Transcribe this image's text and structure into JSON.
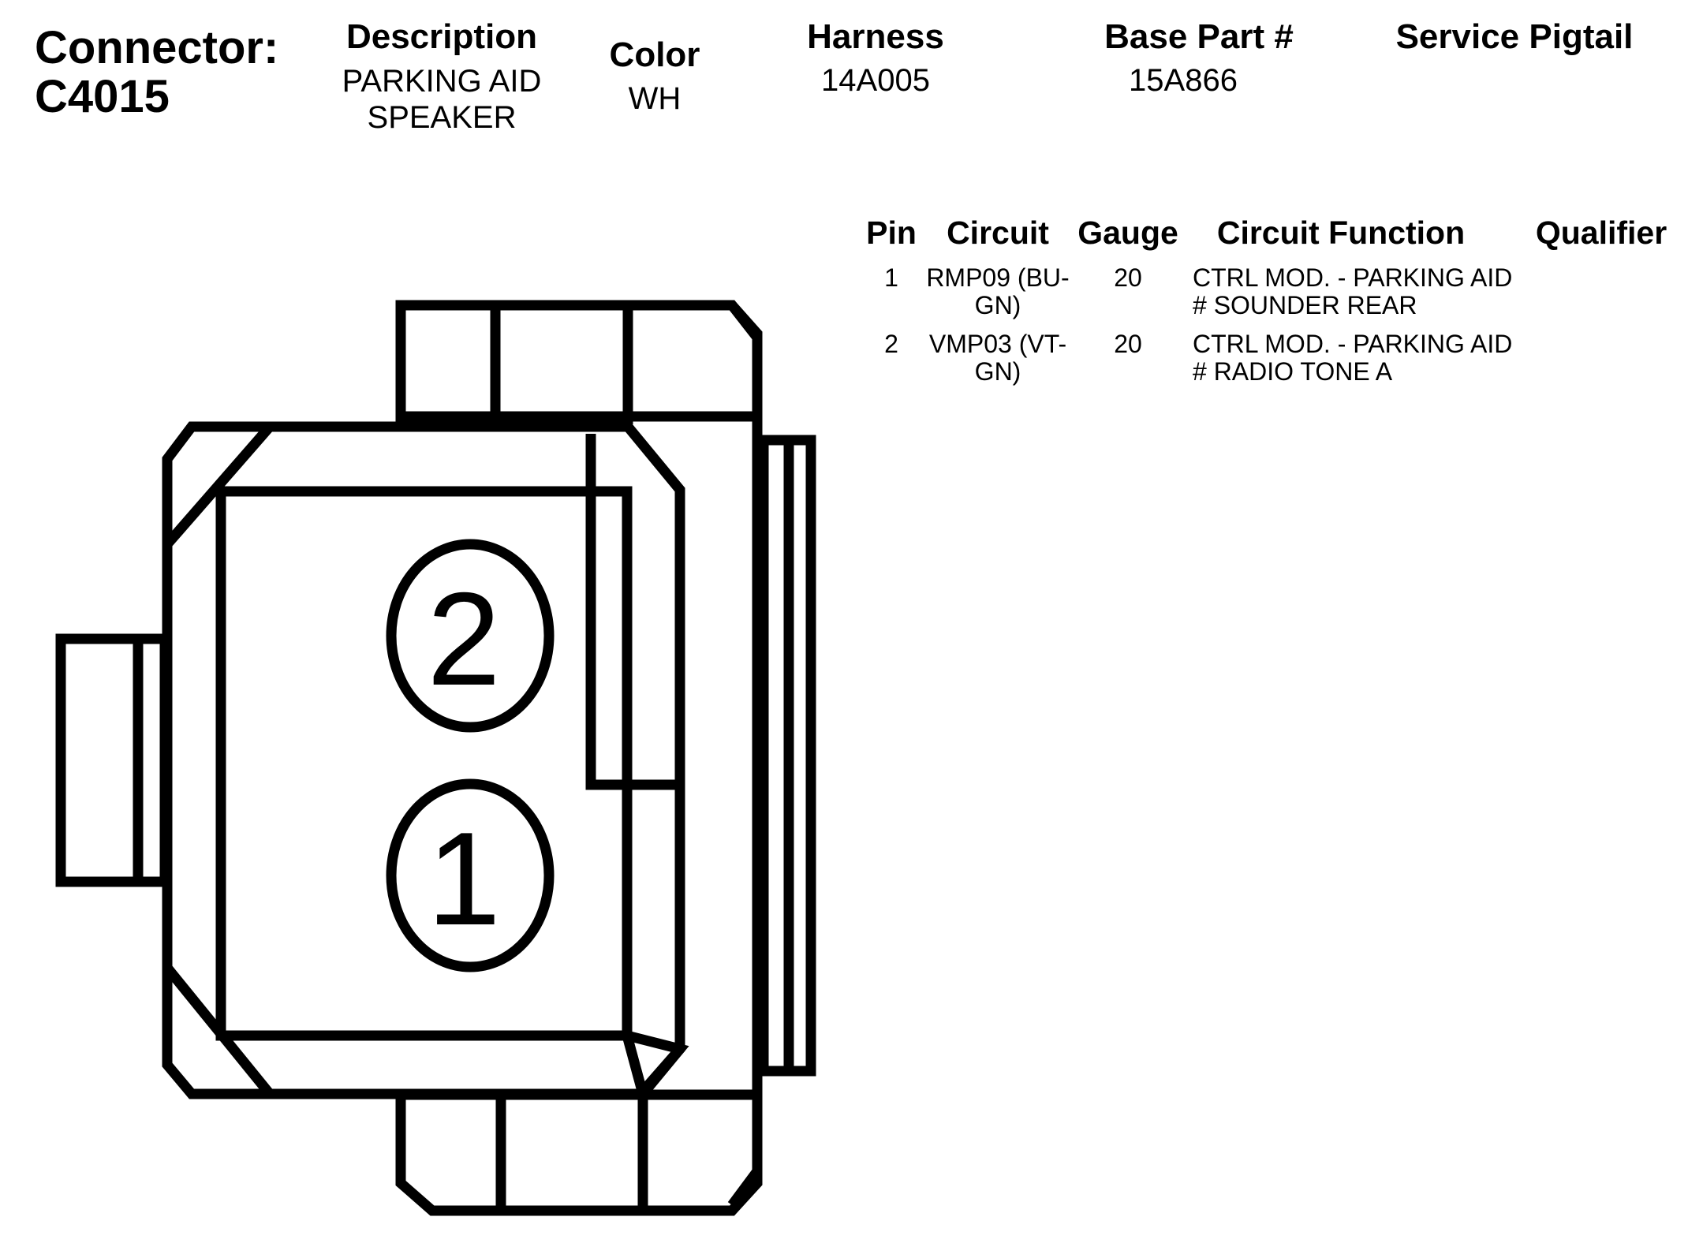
{
  "connector": {
    "label": "Connector:",
    "id": "C4015"
  },
  "header": {
    "description": {
      "label": "Description",
      "lines": [
        "PARKING AID",
        "SPEAKER"
      ]
    },
    "color": {
      "label": "Color",
      "value": "WH"
    },
    "harness": {
      "label": "Harness",
      "value": "14A005"
    },
    "base_part": {
      "label": "Base Part #",
      "value": "15A866"
    },
    "service_pigtail": {
      "label": "Service Pigtail",
      "value": ""
    }
  },
  "pin_table": {
    "headers": [
      "Pin",
      "Circuit",
      "Gauge",
      "Circuit Function",
      "Qualifier"
    ],
    "rows": [
      {
        "pin": "1",
        "circuit": [
          "RMP09 (BU-",
          "GN)"
        ],
        "gauge": "20",
        "function": [
          "CTRL MOD. - PARKING AID",
          "# SOUNDER REAR"
        ],
        "qualifier": ""
      },
      {
        "pin": "2",
        "circuit": [
          "VMP03 (VT-",
          "GN)"
        ],
        "gauge": "20",
        "function": [
          "CTRL MOD. - PARKING AID",
          "# RADIO TONE A"
        ],
        "qualifier": ""
      }
    ]
  },
  "diagram": {
    "pin_labels": [
      "2",
      "1"
    ]
  }
}
